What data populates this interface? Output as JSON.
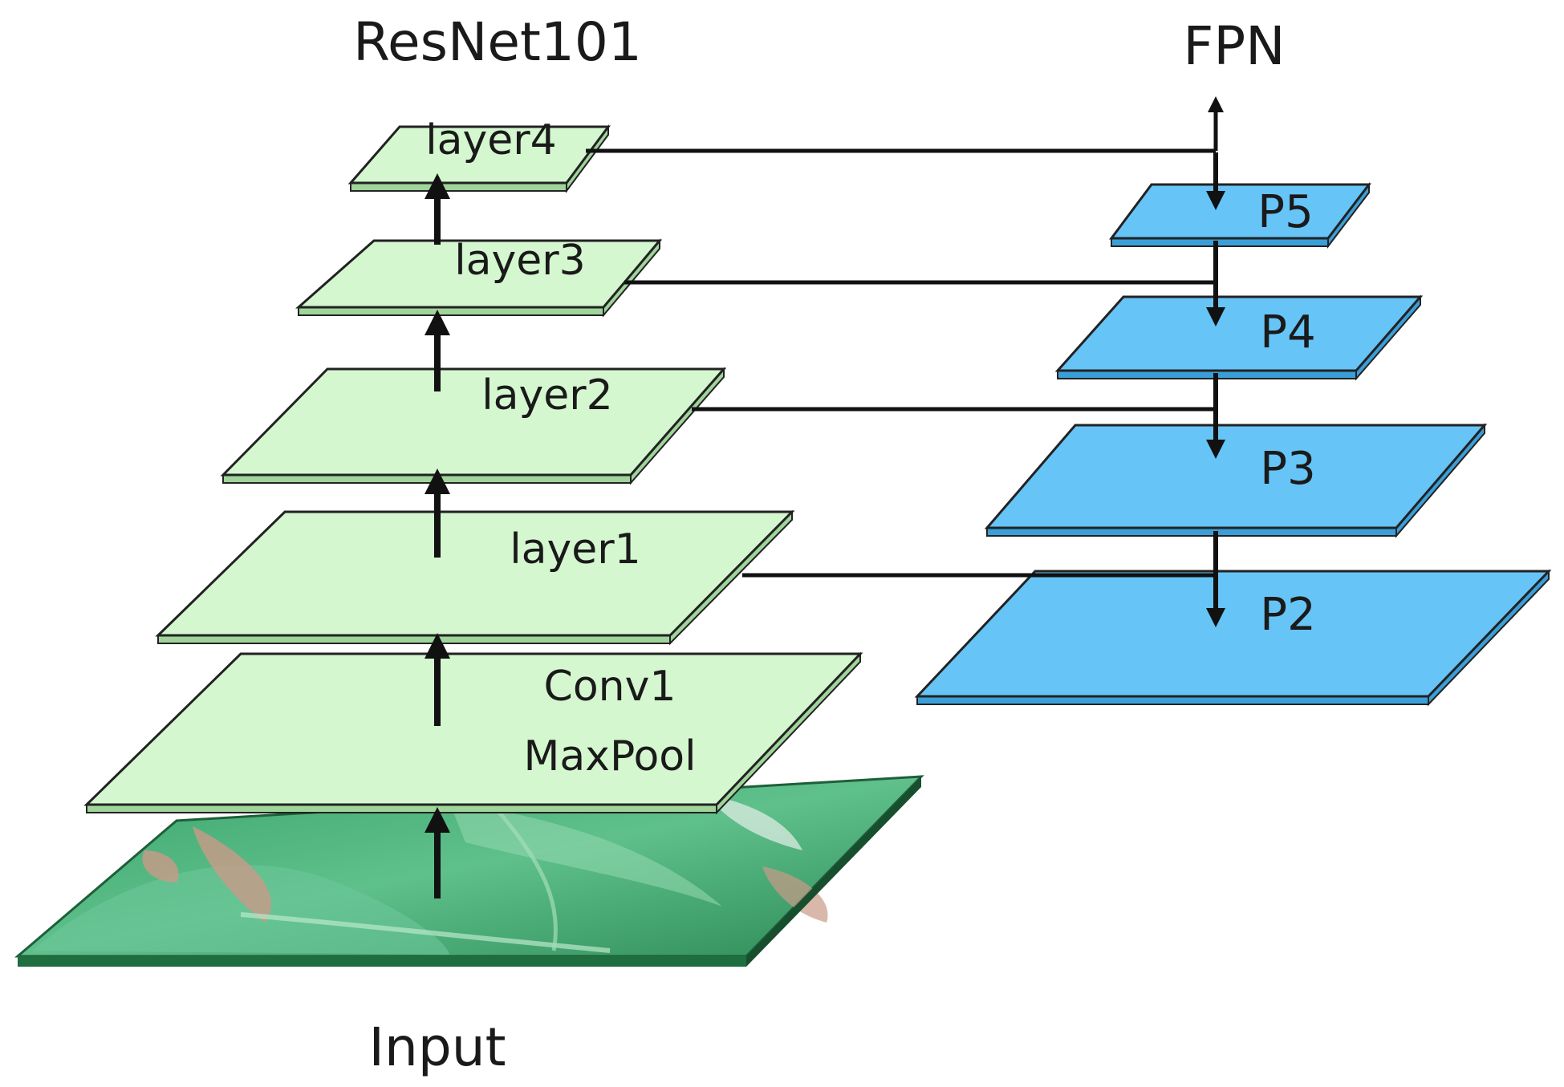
{
  "titles": {
    "backbone": "ResNet101",
    "neck": "FPN",
    "input": "Input"
  },
  "backbone_layers": [
    {
      "id": "conv1",
      "lines": [
        "Conv1",
        "MaxPool"
      ]
    },
    {
      "id": "layer1",
      "lines": [
        "layer1"
      ]
    },
    {
      "id": "layer2",
      "lines": [
        "layer2"
      ]
    },
    {
      "id": "layer3",
      "lines": [
        "layer3"
      ]
    },
    {
      "id": "layer4",
      "lines": [
        "layer4"
      ]
    }
  ],
  "fpn_levels": [
    {
      "id": "p2",
      "label": "P2"
    },
    {
      "id": "p3",
      "label": "P3"
    },
    {
      "id": "p4",
      "label": "P4"
    },
    {
      "id": "p5",
      "label": "P5"
    }
  ],
  "lateral_connections": [
    {
      "from": "layer4",
      "to": "p5"
    },
    {
      "from": "layer3",
      "to": "p4"
    },
    {
      "from": "layer2",
      "to": "p3"
    },
    {
      "from": "layer1",
      "to": "p2"
    }
  ],
  "colors": {
    "backbone_fill": "#d4f7cf",
    "backbone_edge": "#9fd49a",
    "fpn_fill": "#66c4f7",
    "fpn_edge": "#3a9fd8",
    "line": "#111111",
    "input_texture": [
      "#2f9a61",
      "#48b27a",
      "#6cc79a",
      "#c99a88"
    ]
  }
}
